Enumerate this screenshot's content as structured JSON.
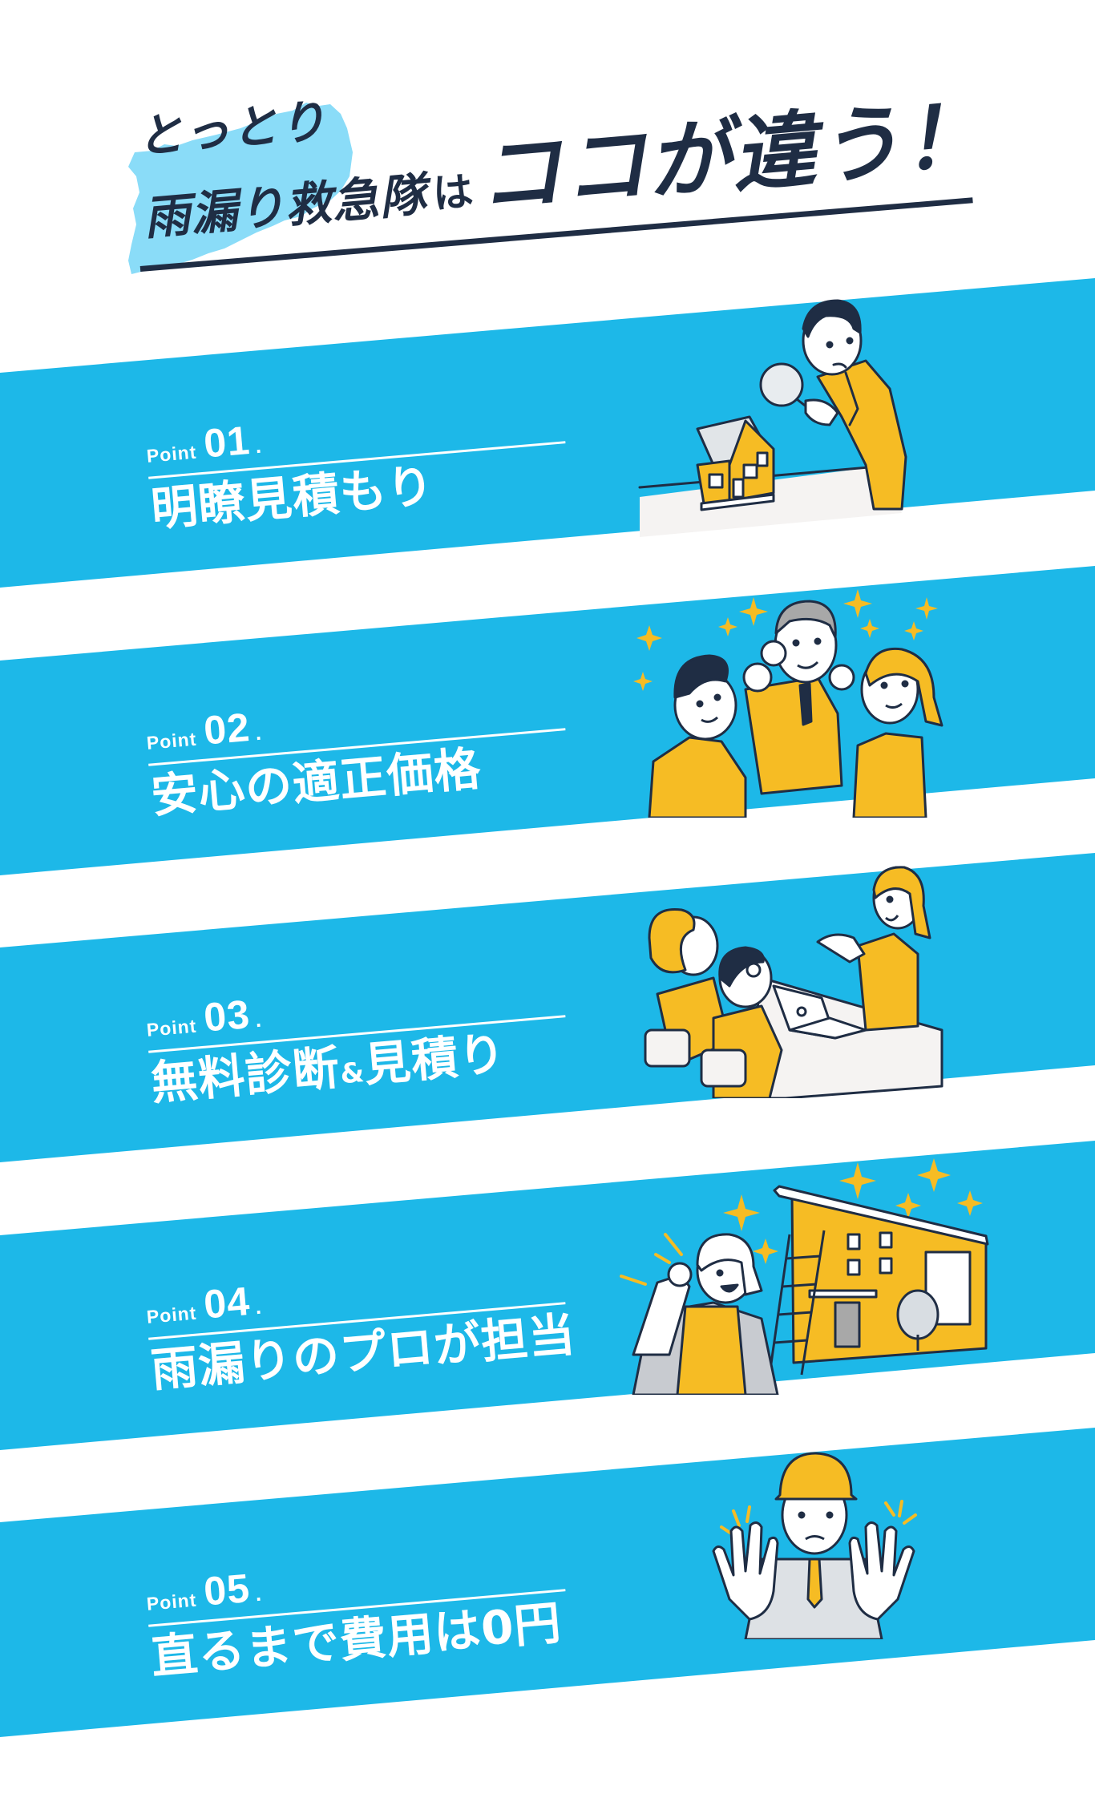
{
  "theme": {
    "band_color": "#1DB8E8",
    "text_dark": "#1F2D44",
    "map_color": "#8ADCF8",
    "accent_yellow": "#F6BC24",
    "white": "#FFFFFF"
  },
  "hero": {
    "region_label": "とっとり",
    "service_name": "雨漏り救急隊",
    "particle": "は",
    "headline": "ココが違う！",
    "map_icon": "tottori-prefecture-map"
  },
  "points": [
    {
      "label": "Point",
      "number": "01",
      "dot": ".",
      "title": "明瞭見積もり",
      "illustration": "businessman-inspecting-house-with-magnifying-glass"
    },
    {
      "label": "Point",
      "number": "02",
      "dot": ".",
      "title": "安心の適正価格",
      "illustration": "three-staff-cheering-with-sparkles"
    },
    {
      "label": "Point",
      "number": "03",
      "dot": ".",
      "title_a": "無料診断",
      "title_amp": "&",
      "title_b": "見積り",
      "illustration": "staff-explaining-to-elderly-couple-with-laptop"
    },
    {
      "label": "Point",
      "number": "04",
      "dot": ".",
      "title": "雨漏りのプロが担当",
      "illustration": "worker-with-ladder-and-house"
    },
    {
      "label": "Point",
      "number": "05",
      "dot": ".",
      "title": "直るまで費用は0円",
      "illustration": "worker-in-hardhat-stop-gesture"
    }
  ]
}
